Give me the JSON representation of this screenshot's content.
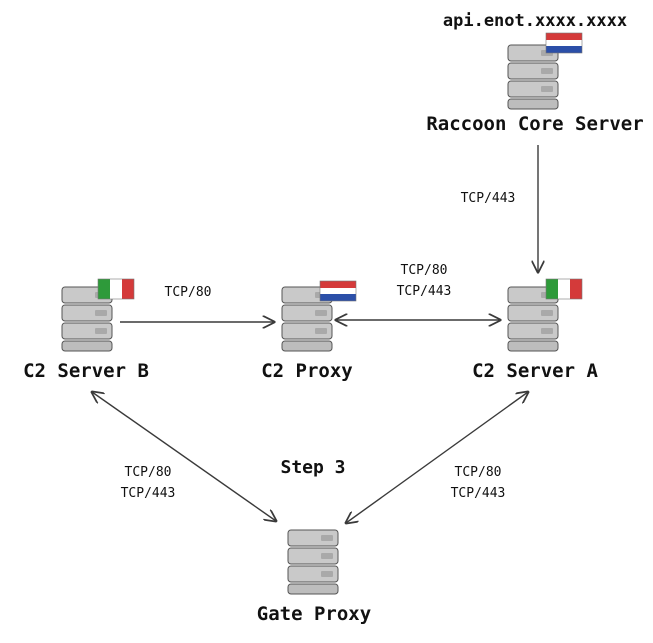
{
  "title_host": "api.enot.xxxx.xxxx",
  "step_label": "Step 3",
  "nodes": {
    "core": {
      "label": "Raccoon Core Server",
      "flag": "netherlands"
    },
    "c2b": {
      "label": "C2 Server B",
      "flag": "italy"
    },
    "proxy": {
      "label": "C2 Proxy",
      "flag": "netherlands"
    },
    "c2a": {
      "label": "C2 Server A",
      "flag": "italy"
    },
    "gate": {
      "label": "Gate Proxy",
      "flag": ""
    }
  },
  "edges": {
    "core_to_a": "TCP/443",
    "b_to_proxy": "TCP/80",
    "proxy_a_line1": "TCP/80",
    "proxy_a_line2": "TCP/443",
    "b_gate_line1": "TCP/80",
    "b_gate_line2": "TCP/443",
    "a_gate_line1": "TCP/80",
    "a_gate_line2": "TCP/443"
  },
  "colors": {
    "server_fill": "#c9c9c9",
    "server_shade": "#a9a9a9",
    "stroke": "#3a3a3a",
    "italy_green": "#2e9a3a",
    "italy_red": "#d43a3a",
    "nl_red": "#d43a3a",
    "nl_blue": "#2b4fa8"
  }
}
